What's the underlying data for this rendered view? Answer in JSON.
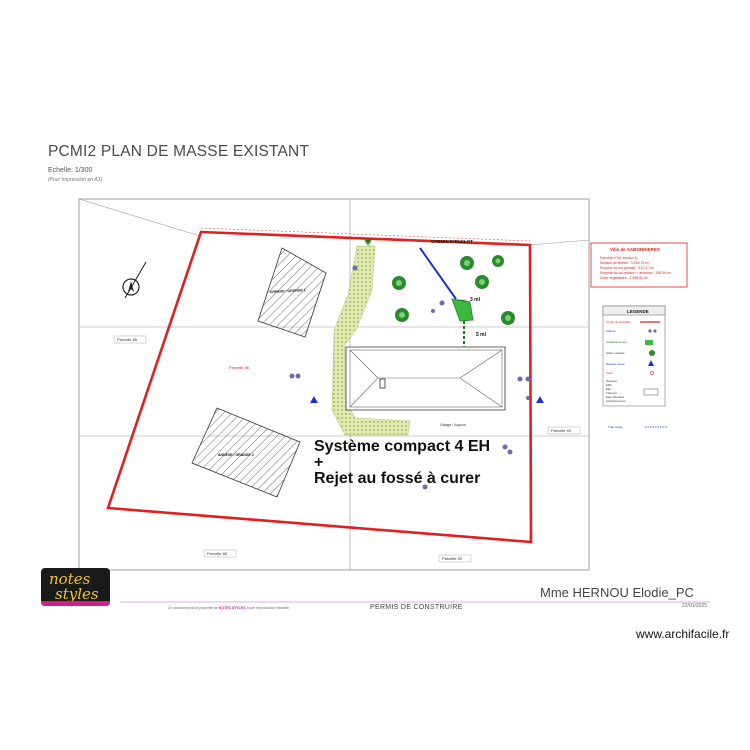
{
  "header": {
    "title": "PCMI2 PLAN DE MASSE EXISTANT",
    "scale": "Echelle: 1/300",
    "print_note": "(Pour Impression en A3)"
  },
  "plan": {
    "road_label": "CHEMIN D'ENCLOT",
    "annex_1": "ANNEXE / GRANGE 1",
    "annex_2": "ANNEXE / GRANGE 2",
    "parcels": {
      "p1": "Parcelle 85",
      "p2": "Parcelle 86",
      "p3": "Parcelle 88",
      "p4": "Parcelle 92",
      "p5": "Parcelle 90"
    },
    "dim_3": "3 ml",
    "dim_5": "5 ml",
    "pool_label": "Galage / Ilugoon",
    "info_box": {
      "title": "Ville de SABONNIERES",
      "lines": [
        "Parcelle n°16, section A",
        "Surface de terrain : 3 518,76 m²",
        "Emprise au sol globale : 310,37 m²",
        "Emprise au sol maison + annexes : 256,99 m²",
        "Zone végétalisée : 2 898,82 m²"
      ]
    },
    "legend": {
      "title": "LEGENDE",
      "rows": [
        "Limite de propriété",
        "Clôture",
        "Assainissement",
        "Arbre existant",
        "Réseau d'eau",
        "Puits"
      ],
      "block_lines": [
        "Réseaux :",
        "EDF",
        "Eau",
        "Télécom",
        "Eaux pluviales",
        "Assainissement"
      ],
      "extra": "Trait rouge"
    }
  },
  "annotation": {
    "line1": "Système compact 4 EH",
    "line2": "+",
    "line3": "Rejet au fossé à curer"
  },
  "footer": {
    "client": "Mme HERNOU Elodie_PC",
    "date": "22/01/2025",
    "permit": "PERMIS DE CONSTRUIRE",
    "copyright_pre": "Ce document est la propriété de",
    "copyright_brand": "NOTES STYLES",
    "copyright_post": ", toute reproduction interdite.",
    "logo_line1": "notes",
    "logo_line2": "styles"
  },
  "website": "www.archifacile.fr",
  "colors": {
    "boundary": "#e02020",
    "septic": "#3db83d",
    "hedge": "#c6d98a",
    "pipe": "#1a33cc",
    "accent": "#d0208c"
  }
}
